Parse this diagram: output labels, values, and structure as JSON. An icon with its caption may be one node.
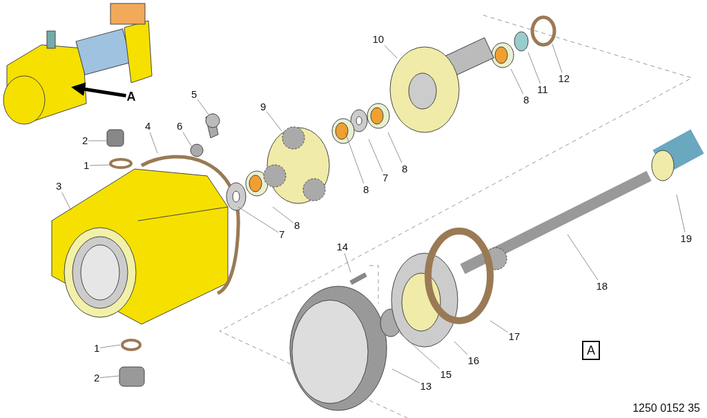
{
  "diagram": {
    "nodes": [
      {
        "text": [
          "10"
        ]
      },
      {
        "text": [
          "12"
        ]
      },
      {
        "text": [
          "11"
        ]
      },
      {
        "text": [
          "5"
        ]
      },
      {
        "text": [
          "A"
        ]
      },
      {
        "text": [
          "8"
        ]
      },
      {
        "text": [
          "9"
        ]
      },
      {
        "text": [
          "4"
        ]
      },
      {
        "text": [
          "6"
        ]
      },
      {
        "text": [
          "2"
        ]
      },
      {
        "text": [
          "1"
        ]
      },
      {
        "text": [
          "8"
        ]
      },
      {
        "text": [
          "7"
        ]
      },
      {
        "text": [
          "3"
        ]
      },
      {
        "text": [
          "8"
        ]
      },
      {
        "text": [
          "8"
        ]
      },
      {
        "text": [
          "7"
        ]
      },
      {
        "text": [
          "19"
        ]
      },
      {
        "text": [
          "14"
        ]
      },
      {
        "text": [
          "18"
        ]
      },
      {
        "text": [
          "17"
        ]
      },
      {
        "text": [
          "1"
        ]
      },
      {
        "text": [
          "A"
        ]
      },
      {
        "text": [
          "16"
        ]
      },
      {
        "text": [
          "15"
        ]
      },
      {
        "text": [
          "2"
        ]
      },
      {
        "text": [
          "13"
        ]
      }
    ],
    "edges": [
      {
        "from": 0,
        "to": null,
        "arrow": "none"
      },
      {
        "from": 1,
        "to": null,
        "arrow": "none"
      },
      {
        "from": 2,
        "to": null,
        "arrow": "none"
      },
      {
        "from": 3,
        "to": null,
        "arrow": "none"
      },
      {
        "from": 4,
        "to": null,
        "arrow": "to",
        "style": "thick",
        "color": "#000000"
      },
      {
        "from": 5,
        "to": null,
        "arrow": "none"
      },
      {
        "from": 6,
        "to": null,
        "arrow": "none"
      },
      {
        "from": 7,
        "to": null,
        "arrow": "none"
      },
      {
        "from": 8,
        "to": null,
        "arrow": "none"
      },
      {
        "from": 9,
        "to": null,
        "arrow": "none"
      },
      {
        "from": 10,
        "to": null,
        "arrow": "none"
      },
      {
        "from": 11,
        "to": null,
        "arrow": "none"
      },
      {
        "from": 12,
        "to": null,
        "arrow": "none"
      },
      {
        "from": 13,
        "to": null,
        "arrow": "none"
      },
      {
        "from": 14,
        "to": null,
        "arrow": "none"
      },
      {
        "from": 15,
        "to": null,
        "arrow": "none"
      },
      {
        "from": 16,
        "to": null,
        "arrow": "none"
      },
      {
        "from": 17,
        "to": null,
        "arrow": "none"
      },
      {
        "from": 18,
        "to": null,
        "arrow": "none"
      },
      {
        "from": 19,
        "to": null,
        "arrow": "none"
      },
      {
        "from": 20,
        "to": null,
        "arrow": "none"
      },
      {
        "from": 21,
        "to": null,
        "arrow": "none"
      },
      {
        "from": 23,
        "to": null,
        "arrow": "none"
      },
      {
        "from": 24,
        "to": null,
        "arrow": "none"
      },
      {
        "from": 25,
        "to": null,
        "arrow": "none"
      },
      {
        "from": 26,
        "to": null,
        "arrow": "none"
      }
    ],
    "labels": [
      "1250 0152 35"
    ]
  }
}
